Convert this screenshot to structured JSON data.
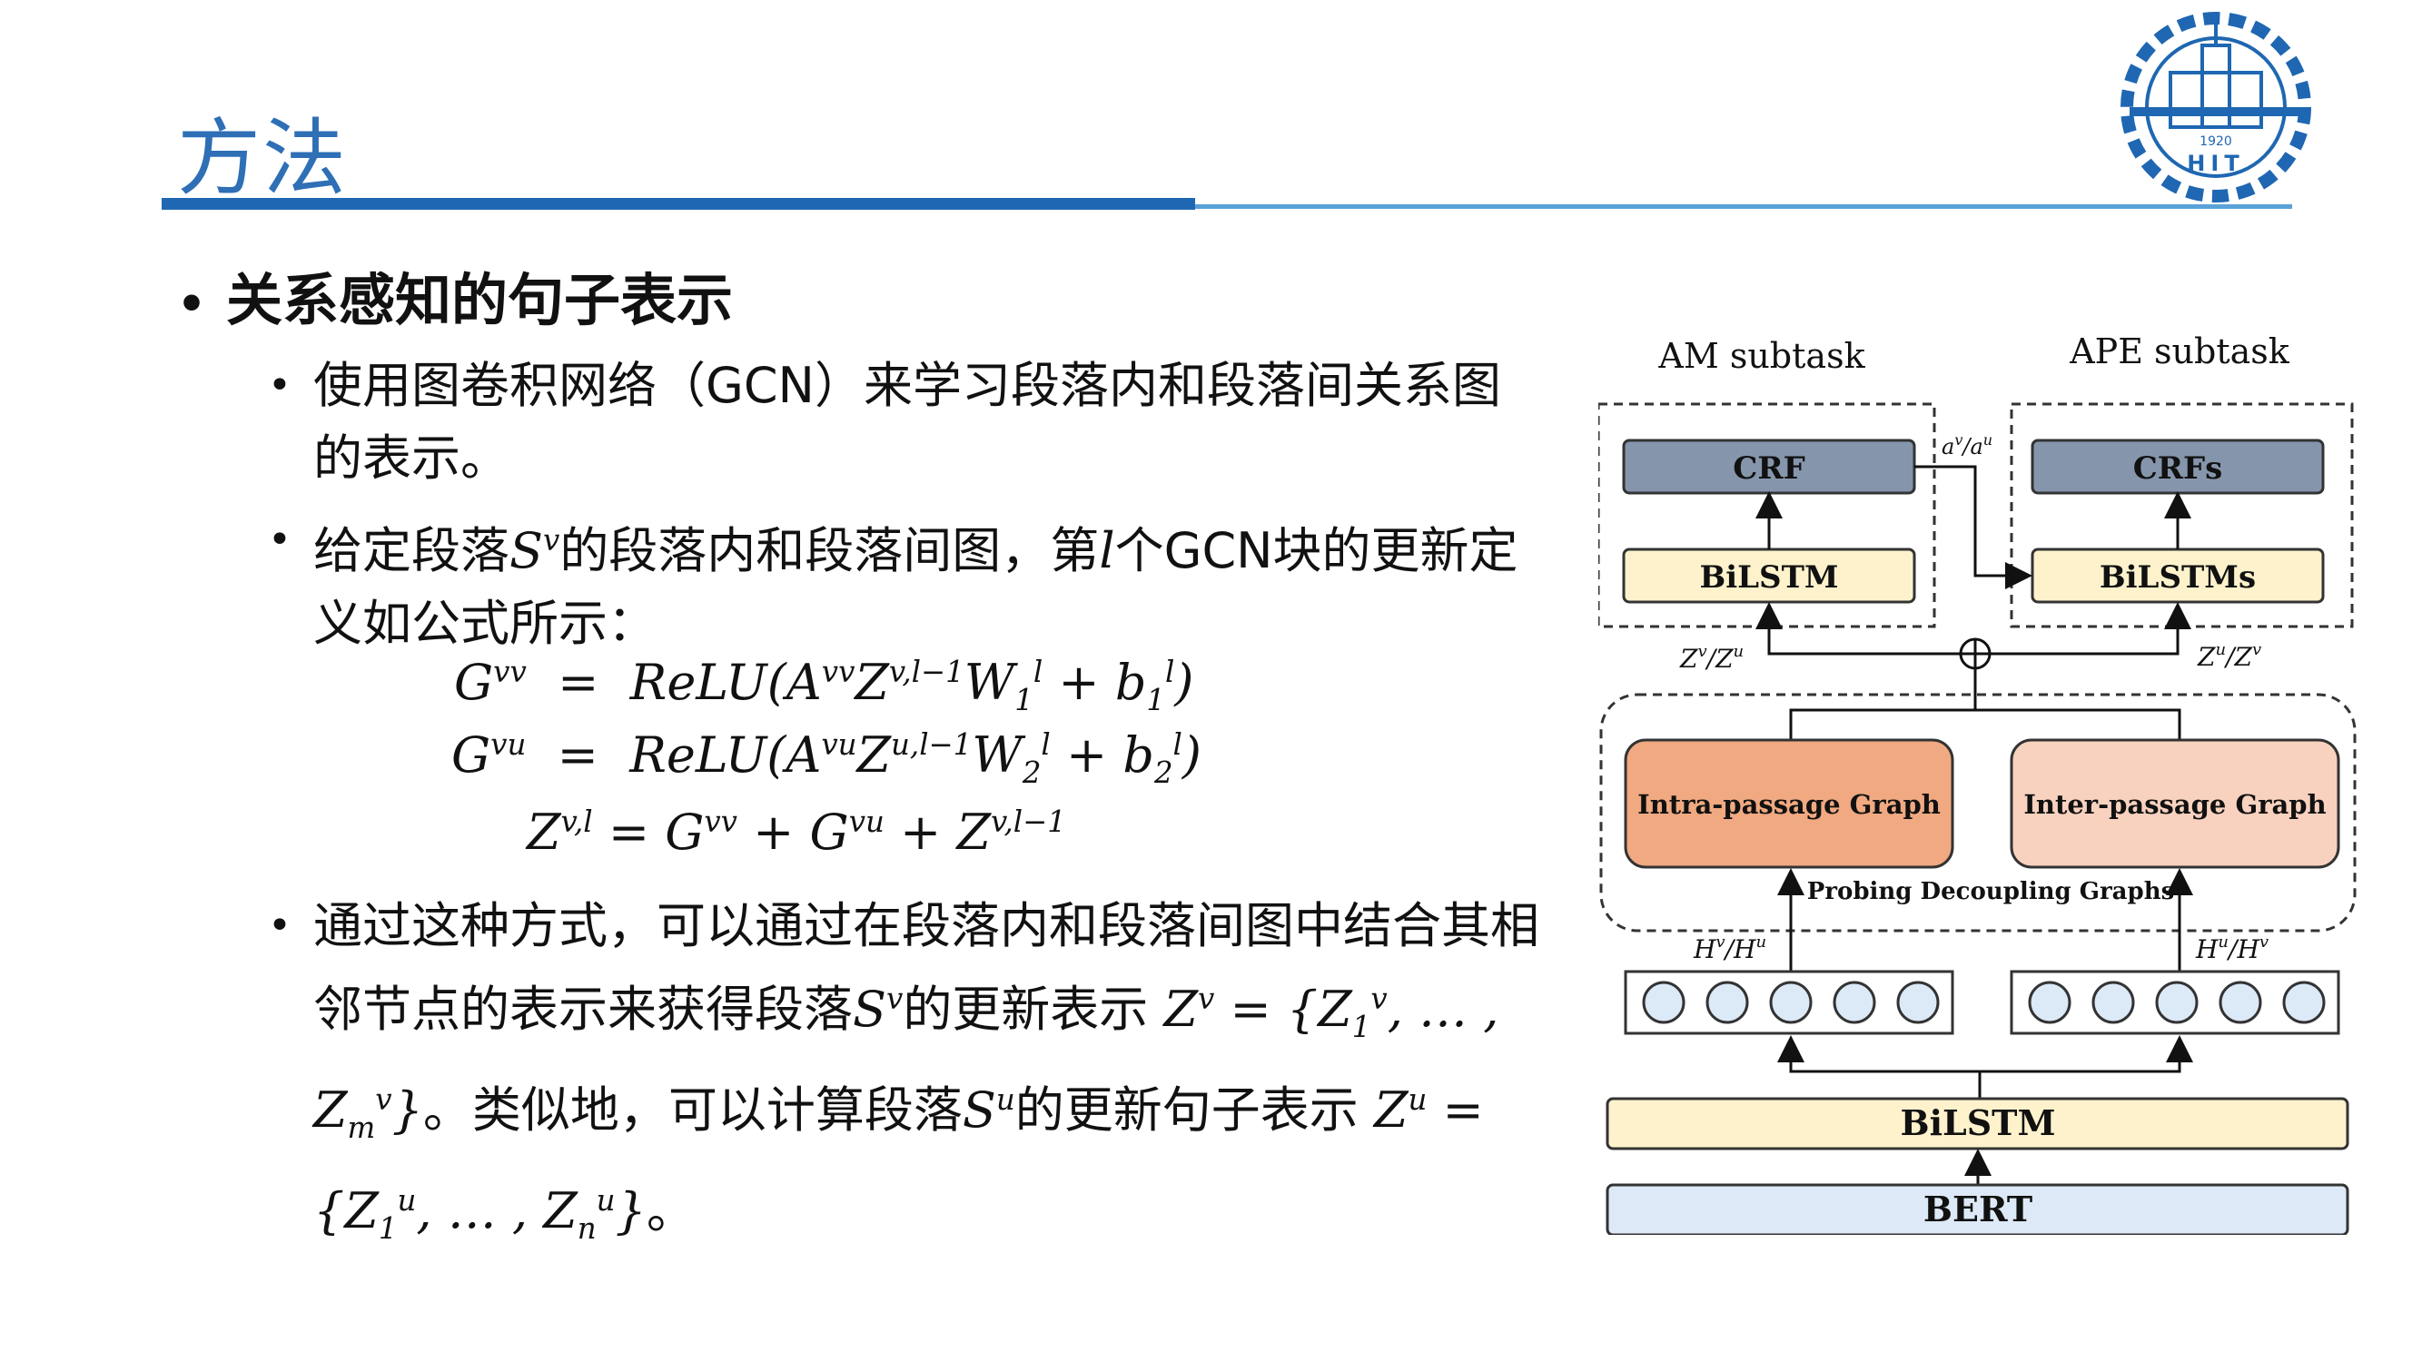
{
  "header": {
    "title": "方法"
  },
  "logo": {
    "year": "1920",
    "name": "HIT"
  },
  "section": {
    "heading": "关系感知的句子表示"
  },
  "paragraphs": {
    "p1": "使用图卷积网络（GCN）来学习段落内和段落间关系图的表示。",
    "p2_a": "给定段落",
    "p2_b": "的段落内和段落间图，第",
    "p2_c": "个GCN块的更新定义如公式所示：",
    "p3_a": "通过这种方式，可以通过在段落内和段落间图中结合其相邻节点的表示来获得段落",
    "p3_b": "的更新表示",
    "p3_c": "。类似地，可以计算段落",
    "p3_d": "的更新句子表示"
  },
  "equations": {
    "eq1_lhs": "G",
    "eq1_rhs": "= ReLU(A",
    "eq2_lhs": "G",
    "eq3_lhs": "Z"
  },
  "diagram": {
    "am_label": "AM subtask",
    "ape_label": "APE subtask",
    "crf": "CRF",
    "crfs": "CRFs",
    "bilstm_am": "BiLSTM",
    "bilstms_ape": "BiLSTMs",
    "intra_graph": "Intra-passage Graph",
    "inter_graph": "Inter-passage Graph",
    "probing": "Probing Decoupling Graphs",
    "bilstm_main": "BiLSTM",
    "bert": "BERT",
    "lbl_zv_zu": "Z",
    "lbl_hv_hu": "H"
  }
}
